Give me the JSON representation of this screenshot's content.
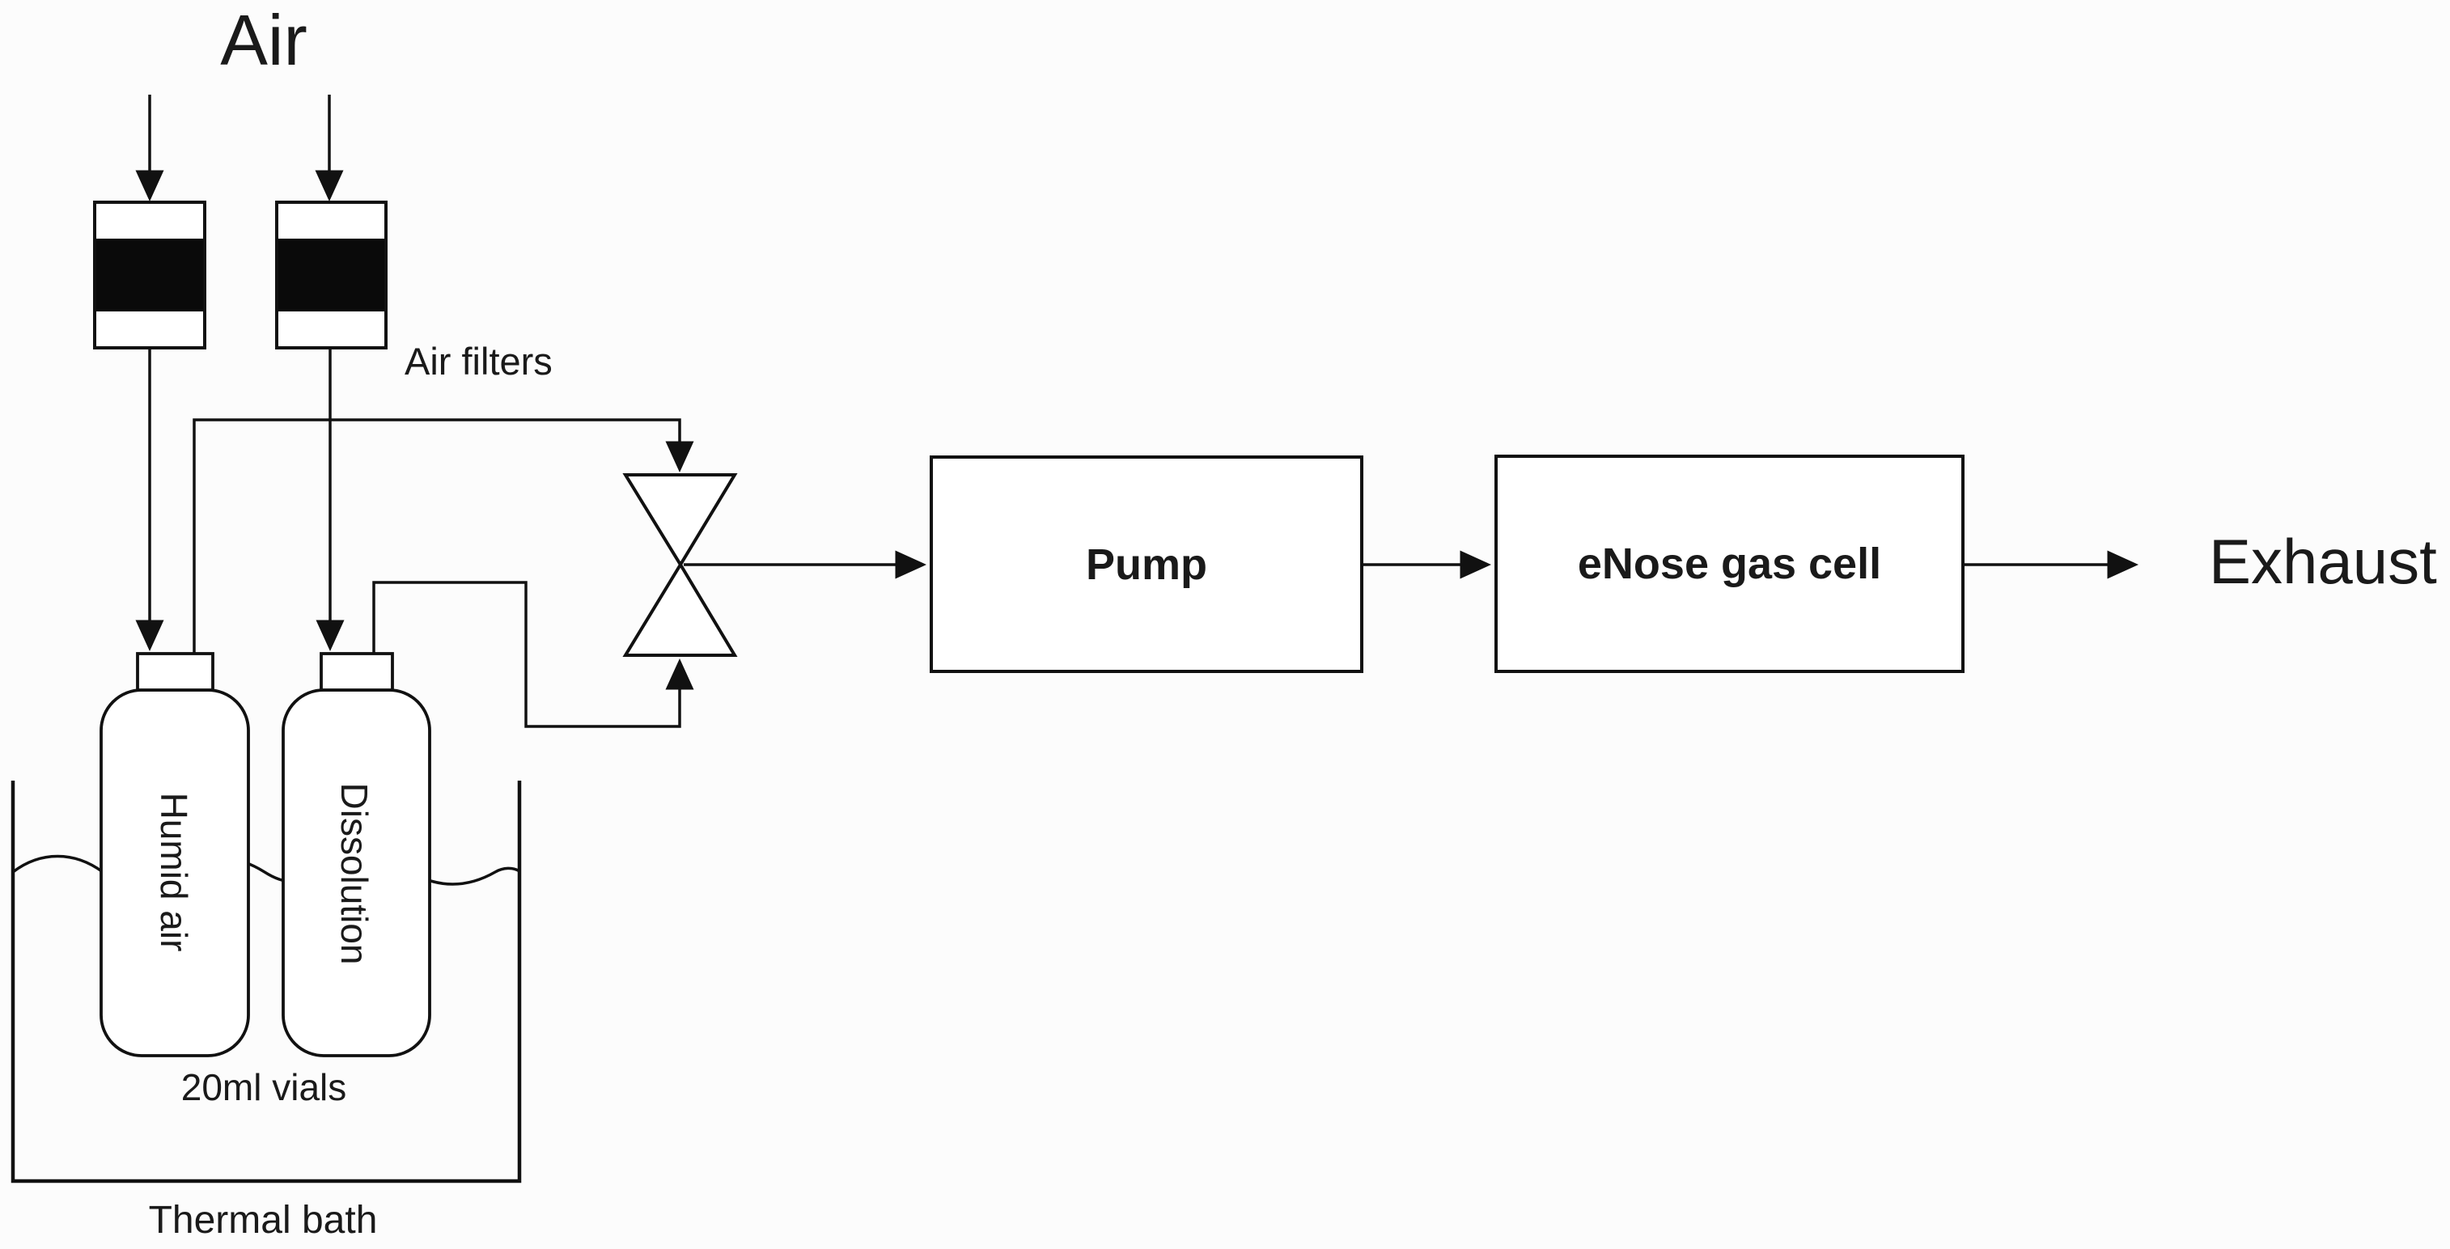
{
  "diagram_type": "experimental-setup-flow-diagram",
  "labels": {
    "air": "Air",
    "air_filters": "Air filters",
    "humid_air": "Humid air",
    "dissolution": "Dissolution",
    "vials": "20ml vials",
    "thermal_bath": "Thermal bath",
    "pump": "Pump",
    "enose": "eNose gas cell",
    "exhaust": "Exhaust"
  },
  "colors": {
    "ink": "#111111",
    "background": "#fcfcfc",
    "filter_band": "#0a0a0a",
    "shape_fill": "#ffffff"
  },
  "connections": [
    "Air -> left air filter",
    "Air -> right air filter",
    "left air filter -> Humid air vial",
    "right air filter -> Dissolution vial",
    "Humid air vial -> valve (top inlet)",
    "Dissolution vial -> valve (bottom inlet)",
    "valve -> Pump",
    "Pump -> eNose gas cell",
    "eNose gas cell -> Exhaust"
  ]
}
